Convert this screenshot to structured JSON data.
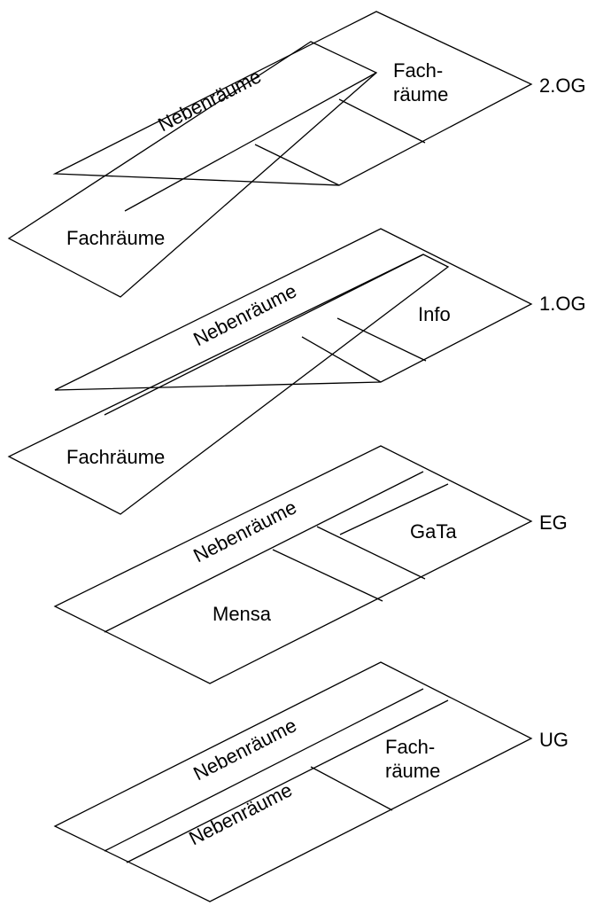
{
  "floors": [
    {
      "level_label": "2.OG",
      "rooms": {
        "nebenraeume": "Nebenräume",
        "fachraeume_top_line1": "Fach-",
        "fachraeume_top_line2": "räume",
        "fachraeume_bottom": "Fachräume"
      }
    },
    {
      "level_label": "1.OG",
      "rooms": {
        "nebenraeume": "Nebenräume",
        "info": "Info",
        "fachraeume_bottom": "Fachräume"
      }
    },
    {
      "level_label": "EG",
      "rooms": {
        "nebenraeume": "Nebenräume",
        "gata": "GaTa",
        "mensa": "Mensa"
      }
    },
    {
      "level_label": "UG",
      "rooms": {
        "nebenraeume_upper": "Nebenräume",
        "nebenraeume_lower": "Nebenräume",
        "fachraeume_line1": "Fach-",
        "fachraeume_line2": "räume"
      }
    }
  ],
  "colors": {
    "stroke": "#000000",
    "background": "#ffffff"
  }
}
